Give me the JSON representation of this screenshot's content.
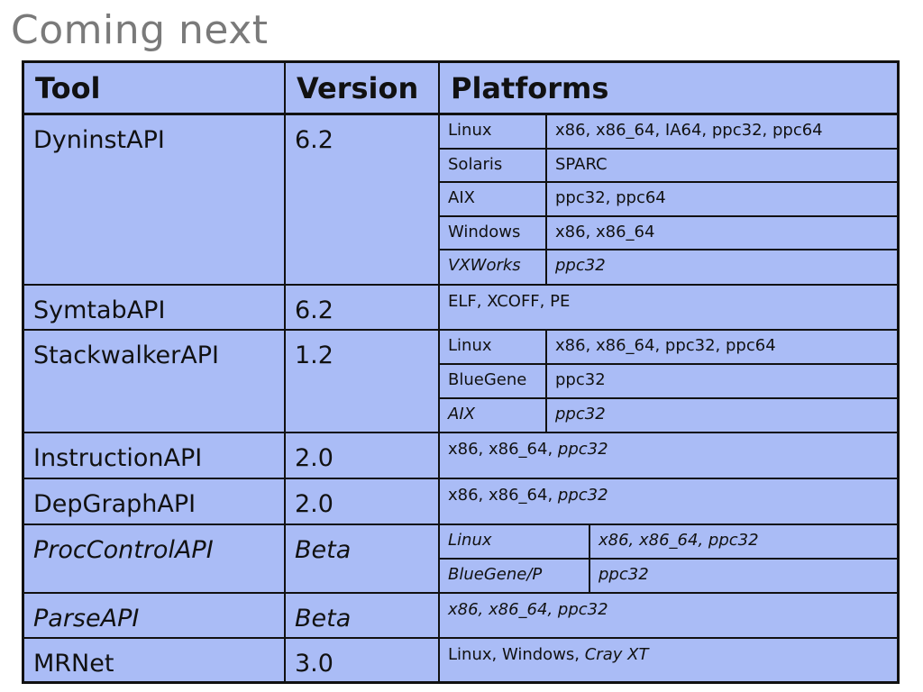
{
  "title": "Coming next",
  "header": {
    "tool": "Tool",
    "version": "Version",
    "platforms": "Platforms"
  },
  "rows": [
    {
      "tool": "DyninstAPI",
      "version": "6.2",
      "platforms": [
        {
          "os": "Linux",
          "arch": "x86, x86_64, IA64, ppc32, ppc64"
        },
        {
          "os": "Solaris",
          "arch": "SPARC"
        },
        {
          "os": "AIX",
          "arch": "ppc32, ppc64"
        },
        {
          "os": "Windows",
          "arch": "x86, x86_64"
        },
        {
          "os": "VXWorks",
          "arch": "ppc32"
        }
      ]
    },
    {
      "tool": "SymtabAPI",
      "version": "6.2",
      "platforms_text": "ELF, XCOFF, PE"
    },
    {
      "tool": "StackwalkerAPI",
      "version": "1.2",
      "platforms": [
        {
          "os": "Linux",
          "arch": "x86, x86_64, ppc32, ppc64"
        },
        {
          "os": "BlueGene",
          "arch": "ppc32"
        },
        {
          "os": "AIX",
          "arch": "ppc32"
        }
      ]
    },
    {
      "tool": "InstructionAPI",
      "version": "2.0",
      "platforms_text_a": "x86, x86_64, ",
      "platforms_text_b": "ppc32"
    },
    {
      "tool": "DepGraphAPI",
      "version": "2.0",
      "platforms_text_a": "x86, x86_64, ",
      "platforms_text_b": "ppc32"
    },
    {
      "tool": "ProcControlAPI",
      "version": "Beta",
      "platforms": [
        {
          "os": "Linux",
          "arch": "x86, x86_64, ppc32"
        },
        {
          "os": "BlueGene/P",
          "arch": "ppc32"
        }
      ]
    },
    {
      "tool": "ParseAPI",
      "version": "Beta",
      "platforms_text": "x86, x86_64, ppc32"
    },
    {
      "tool": "MRNet",
      "version": "3.0",
      "platforms_text_a": "Linux, Windows, ",
      "platforms_text_b": "Cray XT"
    }
  ]
}
